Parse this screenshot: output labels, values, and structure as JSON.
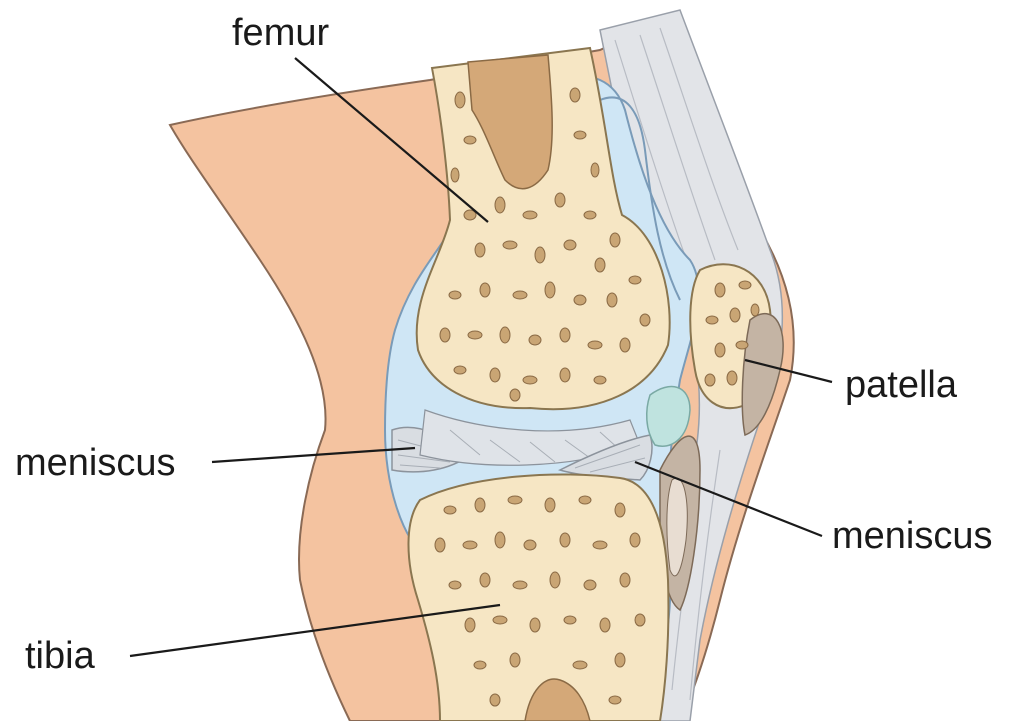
{
  "diagram": {
    "labels": {
      "femur": "femur",
      "patella": "patella",
      "meniscus_left": "meniscus",
      "meniscus_right": "meniscus",
      "tibia": "tibia"
    }
  }
}
